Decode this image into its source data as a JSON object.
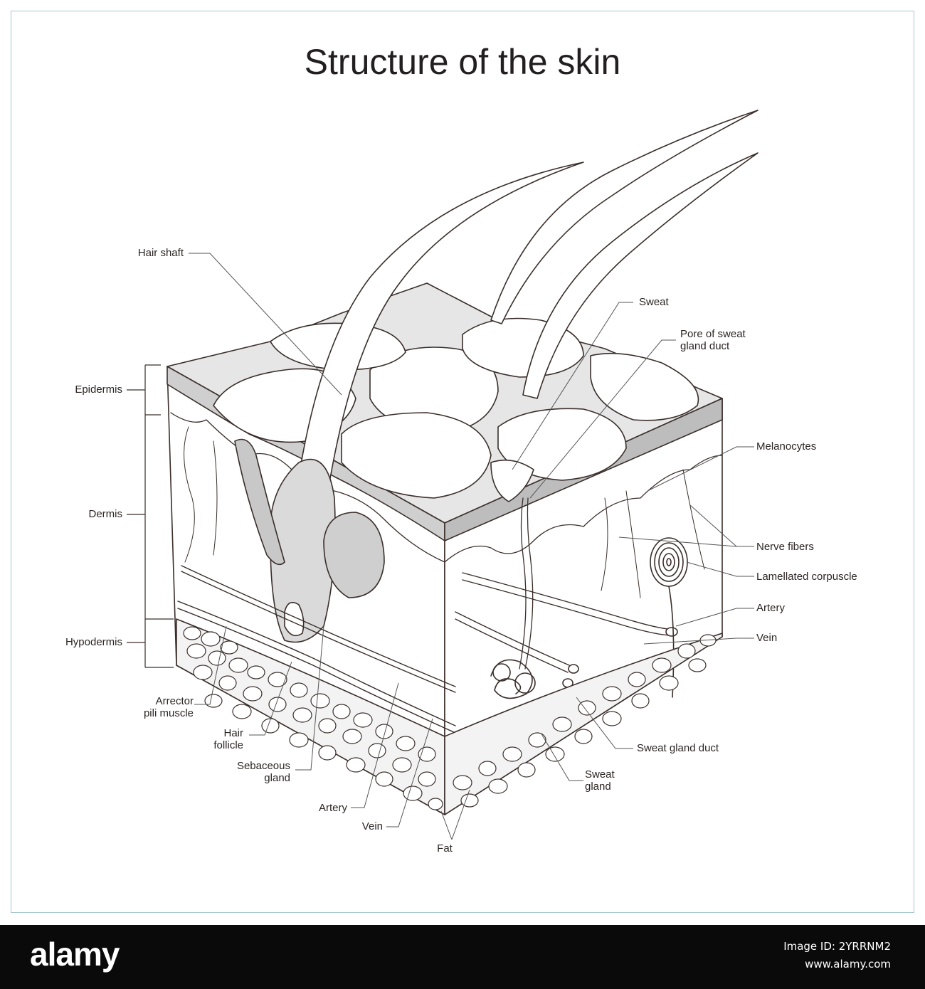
{
  "title": "Structure of the skin",
  "labels": {
    "hair_shaft": "Hair shaft",
    "epidermis": "Epidermis",
    "dermis": "Dermis",
    "hypodermis": "Hypodermis",
    "arrector_pili": "Arrector\npili muscle",
    "hair_follicle": "Hair\nfollicle",
    "sebaceous_gland": "Sebaceous\ngland",
    "artery_bottom": "Artery",
    "vein_bottom": "Vein",
    "fat": "Fat",
    "sweat": "Sweat",
    "pore": "Pore of sweat\ngland duct",
    "melanocytes": "Melanocytes",
    "nerve_fibers": "Nerve fibers",
    "lamellated_corpuscle": "Lamellated corpuscle",
    "artery_right": "Artery",
    "vein_right": "Vein",
    "sweat_gland_duct": "Sweat gland duct",
    "sweat_gland": "Sweat\ngland"
  },
  "banner": {
    "brand": "alamy",
    "image_id": "Image ID: 2YRRNM2",
    "site": "www.alamy.com"
  },
  "colors": {
    "line": "#3a2e2a",
    "fill_gray": "#d4d4d4",
    "frame": "#a9c6cf",
    "banner": "#0a0a0a"
  }
}
